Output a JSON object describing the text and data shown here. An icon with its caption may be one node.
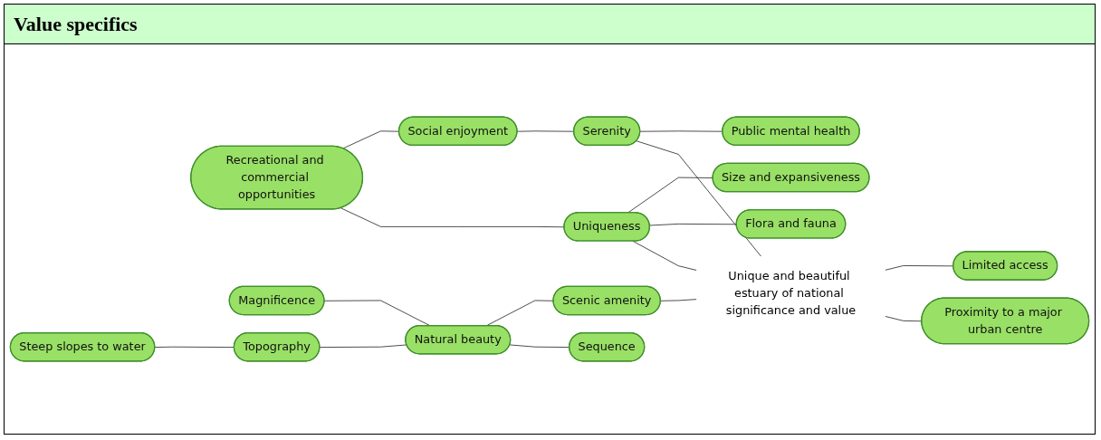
{
  "diagram": {
    "title": "Value specifics",
    "nodes": [
      {
        "text": [
          "Unique and beautiful estuary of national significance and value"
        ]
      },
      {
        "text": [
          "Social enjoyment"
        ]
      },
      {
        "text": [
          "Recreational and commercial opportunities"
        ]
      },
      {
        "text": [
          "Uniqueness"
        ]
      },
      {
        "text": [
          "Size and expansiveness"
        ]
      },
      {
        "text": [
          "Flora and fauna"
        ]
      },
      {
        "text": [
          "Limited access"
        ]
      },
      {
        "text": [
          "Serenity"
        ]
      },
      {
        "text": [
          "Public mental health"
        ]
      },
      {
        "text": [
          "Magnificence"
        ]
      },
      {
        "text": [
          "Steep slopes to water"
        ]
      },
      {
        "text": [
          "Topography"
        ]
      },
      {
        "text": [
          "Natural beauty"
        ]
      },
      {
        "text": [
          "Scenic amenity"
        ]
      },
      {
        "text": [
          "Sequence"
        ]
      },
      {
        "text": [
          "Proximity to a major urban centre"
        ]
      }
    ],
    "edges": [
      {
        "from": 2,
        "to": 1,
        "arrow": "none"
      },
      {
        "from": 1,
        "to": 7,
        "arrow": "none"
      },
      {
        "from": 2,
        "to": 3,
        "arrow": "none"
      },
      {
        "from": 3,
        "to": 4,
        "arrow": "none"
      },
      {
        "from": 3,
        "to": 5,
        "arrow": "none"
      },
      {
        "from": 3,
        "to": 0,
        "arrow": "none"
      },
      {
        "from": 7,
        "to": 8,
        "arrow": "none"
      },
      {
        "from": 7,
        "to": 0,
        "arrow": "none"
      },
      {
        "from": 9,
        "to": 12,
        "arrow": "none"
      },
      {
        "from": 10,
        "to": 11,
        "arrow": "none"
      },
      {
        "from": 11,
        "to": 12,
        "arrow": "none"
      },
      {
        "from": 12,
        "to": 13,
        "arrow": "none"
      },
      {
        "from": 12,
        "to": 14,
        "arrow": "none"
      },
      {
        "from": 13,
        "to": 0,
        "arrow": "none"
      },
      {
        "from": 0,
        "to": 6,
        "arrow": "none"
      },
      {
        "from": 0,
        "to": 15,
        "arrow": "none"
      }
    ]
  }
}
